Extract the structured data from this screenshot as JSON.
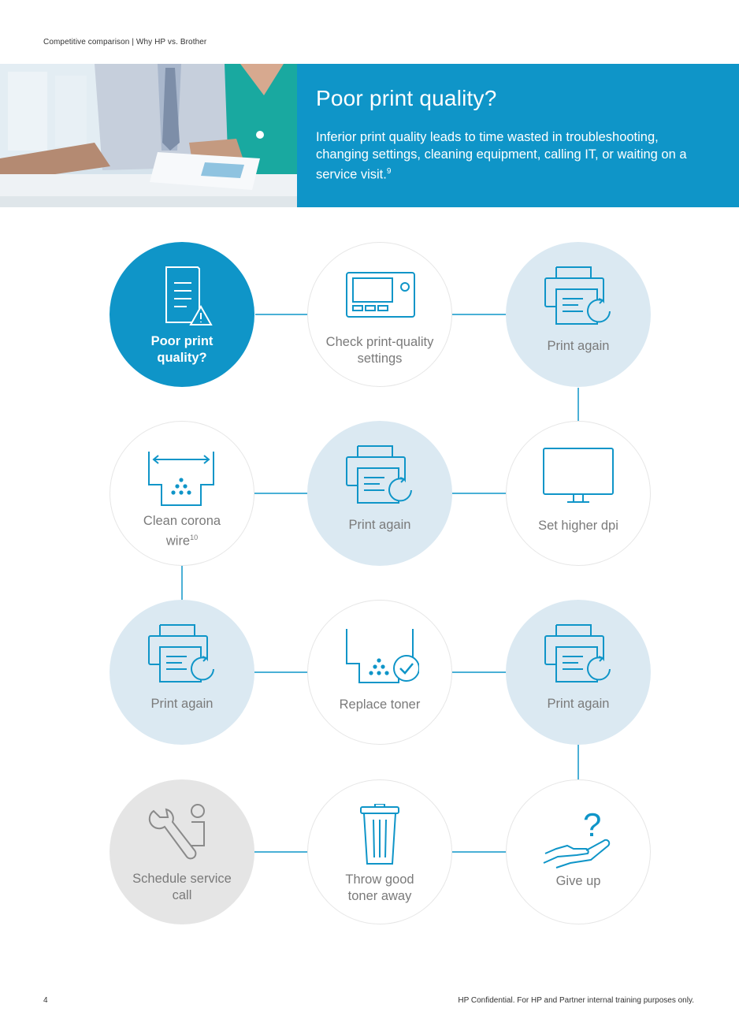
{
  "header": {
    "breadcrumb": "Competitive comparison  |  Why HP vs. Brother"
  },
  "hero": {
    "title": "Poor print quality?",
    "body": "Inferior print quality leads to time wasted in troubleshooting, changing settings, cleaning equipment, calling IT, or waiting on a service visit.",
    "body_footnote": "9"
  },
  "flow": {
    "poor_quality": {
      "line1": "Poor print",
      "line2": "quality?"
    },
    "check_settings": {
      "line1": "Check print-quality",
      "line2": "settings"
    },
    "print_again_1": "Print again",
    "set_dpi": "Set higher dpi",
    "print_again_2": "Print again",
    "clean_corona": {
      "line1": "Clean corona",
      "line2": "wire",
      "footnote": "10"
    },
    "print_again_3": "Print again",
    "replace_toner": "Replace toner",
    "print_again_4": "Print again",
    "give_up": "Give up",
    "throw_toner": {
      "line1": "Throw good",
      "line2": "toner away"
    },
    "schedule_service": {
      "line1": "Schedule service",
      "line2": "call"
    }
  },
  "footer": {
    "page_number": "4",
    "confidential": "HP Confidential. For HP and Partner internal training purposes only."
  },
  "colors": {
    "accent_blue": "#0f95c8",
    "light_blue_circle": "#dbe9f2",
    "grey_circle": "#e5e5e5",
    "label_grey": "#7a7a7a"
  }
}
